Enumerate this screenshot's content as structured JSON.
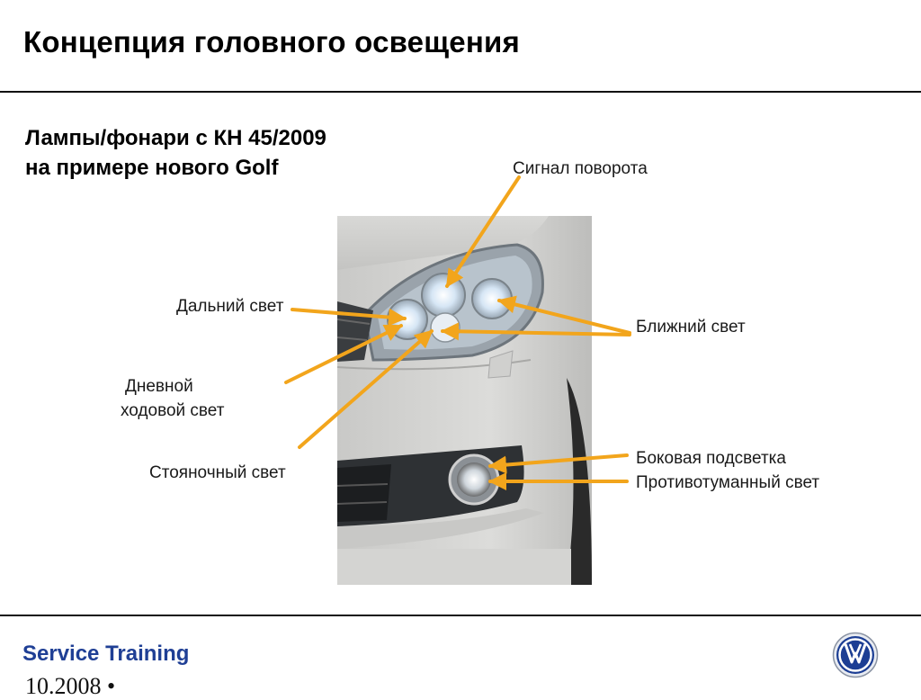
{
  "header": {
    "title": "Концепция головного освещения"
  },
  "main": {
    "subtitle_line1": "Лампы/фонари с КН 45/2009",
    "subtitle_line2": "на примере нового Golf",
    "labels": {
      "turn_signal": "Сигнал поворота",
      "high_beam": "Дальний свет",
      "low_beam": "Ближний свет",
      "drl_line1": "Дневной",
      "drl_line2": "ходовой свет",
      "parking": "Стояночный свет",
      "cornering": "Боковая подсветка",
      "fog": "Противотуманный свет"
    }
  },
  "footer": {
    "brand": "Service Training",
    "date": "10.2008 •"
  },
  "colors": {
    "arrow": "#f2a51c",
    "footer_text": "#1f3f95",
    "rule": "#111111",
    "logo": "#1c3e94"
  },
  "icons": {
    "logo": "vw-logo-icon"
  }
}
